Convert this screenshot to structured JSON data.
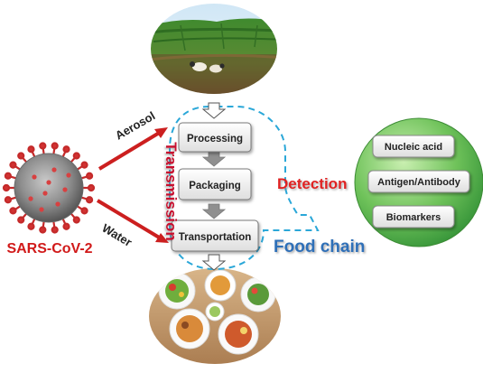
{
  "virus": {
    "label": "SARS-CoV-2"
  },
  "routes": {
    "aerosol": "Aerosol",
    "water": "Water"
  },
  "transmission_label": "Transmission",
  "food_chain": {
    "steps": [
      "Processing",
      "Packaging",
      "Transportation"
    ],
    "label": "Food chain"
  },
  "detection": {
    "label": "Detection",
    "methods": [
      "Nucleic acid",
      "Antigen/Antibody",
      "Biomarkers"
    ]
  },
  "colors": {
    "virus_label": "#d11a1a",
    "arrow": "#cc1f1f",
    "transmission": "#c8102e",
    "detection": "#e02020",
    "food_chain": "#2e6fb8",
    "dashed_outline": "#2aa7d8",
    "detection_circle": "#4fb548",
    "step_box": "#f2f2f2"
  }
}
